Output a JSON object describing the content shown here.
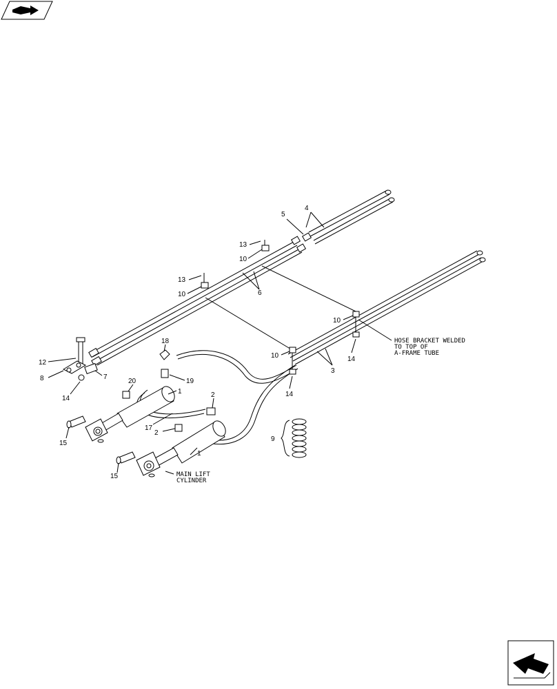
{
  "callouts": {
    "c1a": "1",
    "c1b": "1",
    "c2a": "2",
    "c2b": "2",
    "c3": "3",
    "c4": "4",
    "c5": "5",
    "c6": "6",
    "c7": "7",
    "c8": "8",
    "c9": "9",
    "c10a": "10",
    "c10b": "10",
    "c10c": "10",
    "c10d": "10",
    "c12": "12",
    "c13a": "13",
    "c13b": "13",
    "c14a": "14",
    "c14b": "14",
    "c14c": "14",
    "c15a": "15",
    "c15b": "15",
    "c17": "17",
    "c18": "18",
    "c19": "19",
    "c20": "20"
  },
  "notes": {
    "bracket_l1": "HOSE BRACKET WELDED",
    "bracket_l2": "TO TOP OF",
    "bracket_l3": "A-FRAME TUBE",
    "cylinder_l1": "MAIN LIFT",
    "cylinder_l2": "CYLINDER"
  },
  "icons": {
    "top_left": "book-arrow-icon",
    "bottom_right": "next-page-arrow-icon"
  }
}
